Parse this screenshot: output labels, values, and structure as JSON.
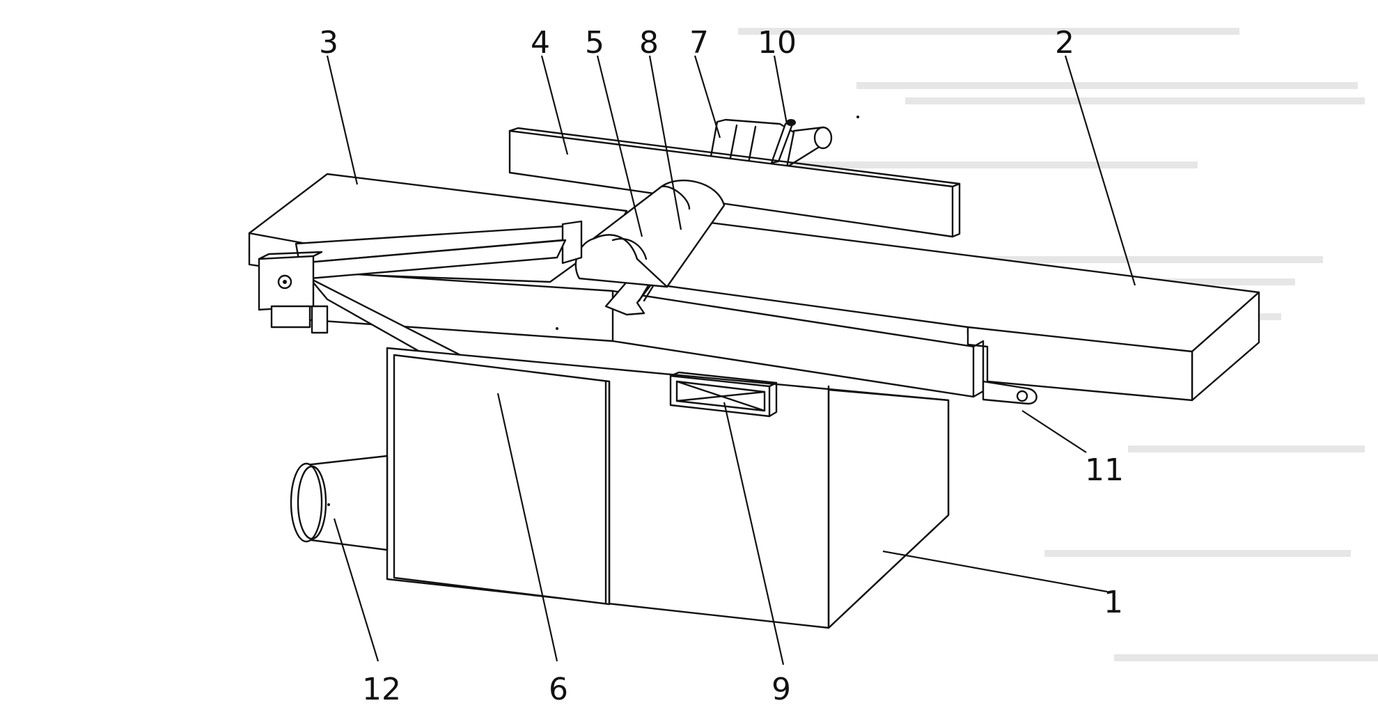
{
  "figure": {
    "callouts": [
      {
        "id": "c3",
        "label": "3"
      },
      {
        "id": "c4",
        "label": "4"
      },
      {
        "id": "c5",
        "label": "5"
      },
      {
        "id": "c8",
        "label": "8"
      },
      {
        "id": "c7",
        "label": "7"
      },
      {
        "id": "c10",
        "label": "10"
      },
      {
        "id": "c2",
        "label": "2"
      },
      {
        "id": "c11",
        "label": "11"
      },
      {
        "id": "c1",
        "label": "1"
      },
      {
        "id": "c9",
        "label": "9"
      },
      {
        "id": "c6",
        "label": "6"
      },
      {
        "id": "c12",
        "label": "12"
      }
    ]
  },
  "colors": {
    "line": "#111111",
    "background": "#ffffff",
    "show_through_text": "#e6e6e6"
  }
}
